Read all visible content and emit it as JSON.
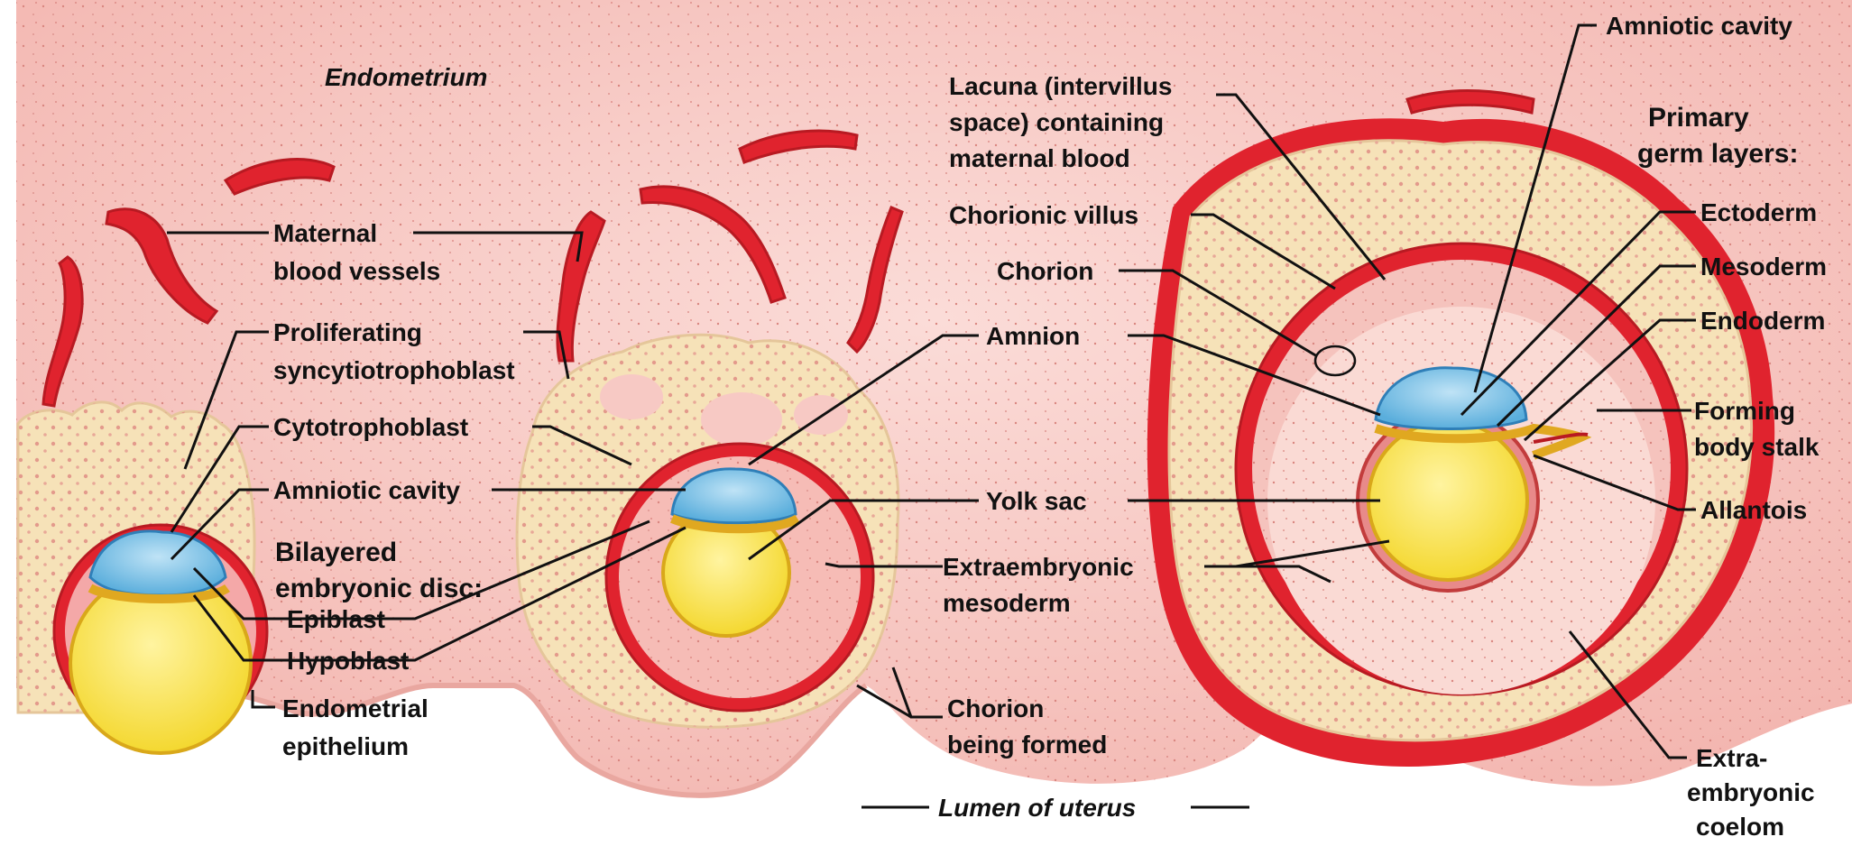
{
  "labels": {
    "endometrium": "Endometrium",
    "maternal_blood_vessels": [
      "Maternal",
      "blood vessels"
    ],
    "proliferating_syncytiotrophoblast": [
      "Proliferating",
      "syncytiotrophoblast"
    ],
    "cytotrophoblast": "Cytotrophoblast",
    "amniotic_cavity_left": "Amniotic cavity",
    "bilayered_embryonic_disc": [
      "Bilayered",
      "embryonic disc:"
    ],
    "epiblast": "Epiblast",
    "hypoblast": "Hypoblast",
    "endometrial_epithelium": [
      "Endometrial",
      "epithelium"
    ],
    "lacuna": [
      "Lacuna (intervillus",
      "space) containing",
      "maternal blood"
    ],
    "chorionic_villus": "Chorionic villus",
    "chorion": "Chorion",
    "amnion": "Amnion",
    "yolk_sac": "Yolk sac",
    "extraembryonic_mesoderm": [
      "Extraembryonic",
      "mesoderm"
    ],
    "chorion_being_formed": [
      "Chorion",
      "being formed"
    ],
    "lumen_of_uterus": "Lumen of uterus",
    "amniotic_cavity_right": "Amniotic cavity",
    "primary_germ_layers": [
      "Primary",
      "germ layers:"
    ],
    "ectoderm": "Ectoderm",
    "mesoderm": "Mesoderm",
    "endoderm": "Endoderm",
    "forming_body_stalk": [
      "Forming",
      "body stalk"
    ],
    "allantois": "Allantois",
    "extraembryonic_coelom": [
      "Extra-",
      "embryonic",
      "coelom"
    ]
  },
  "colors": {
    "endometrium": "#f7c9c4",
    "blood": "#e0232e",
    "trophoblast": "#f6e2b8",
    "yolk": "#f8e24a",
    "amnion": "#7fc2e6",
    "lumen": "#ffffff"
  }
}
